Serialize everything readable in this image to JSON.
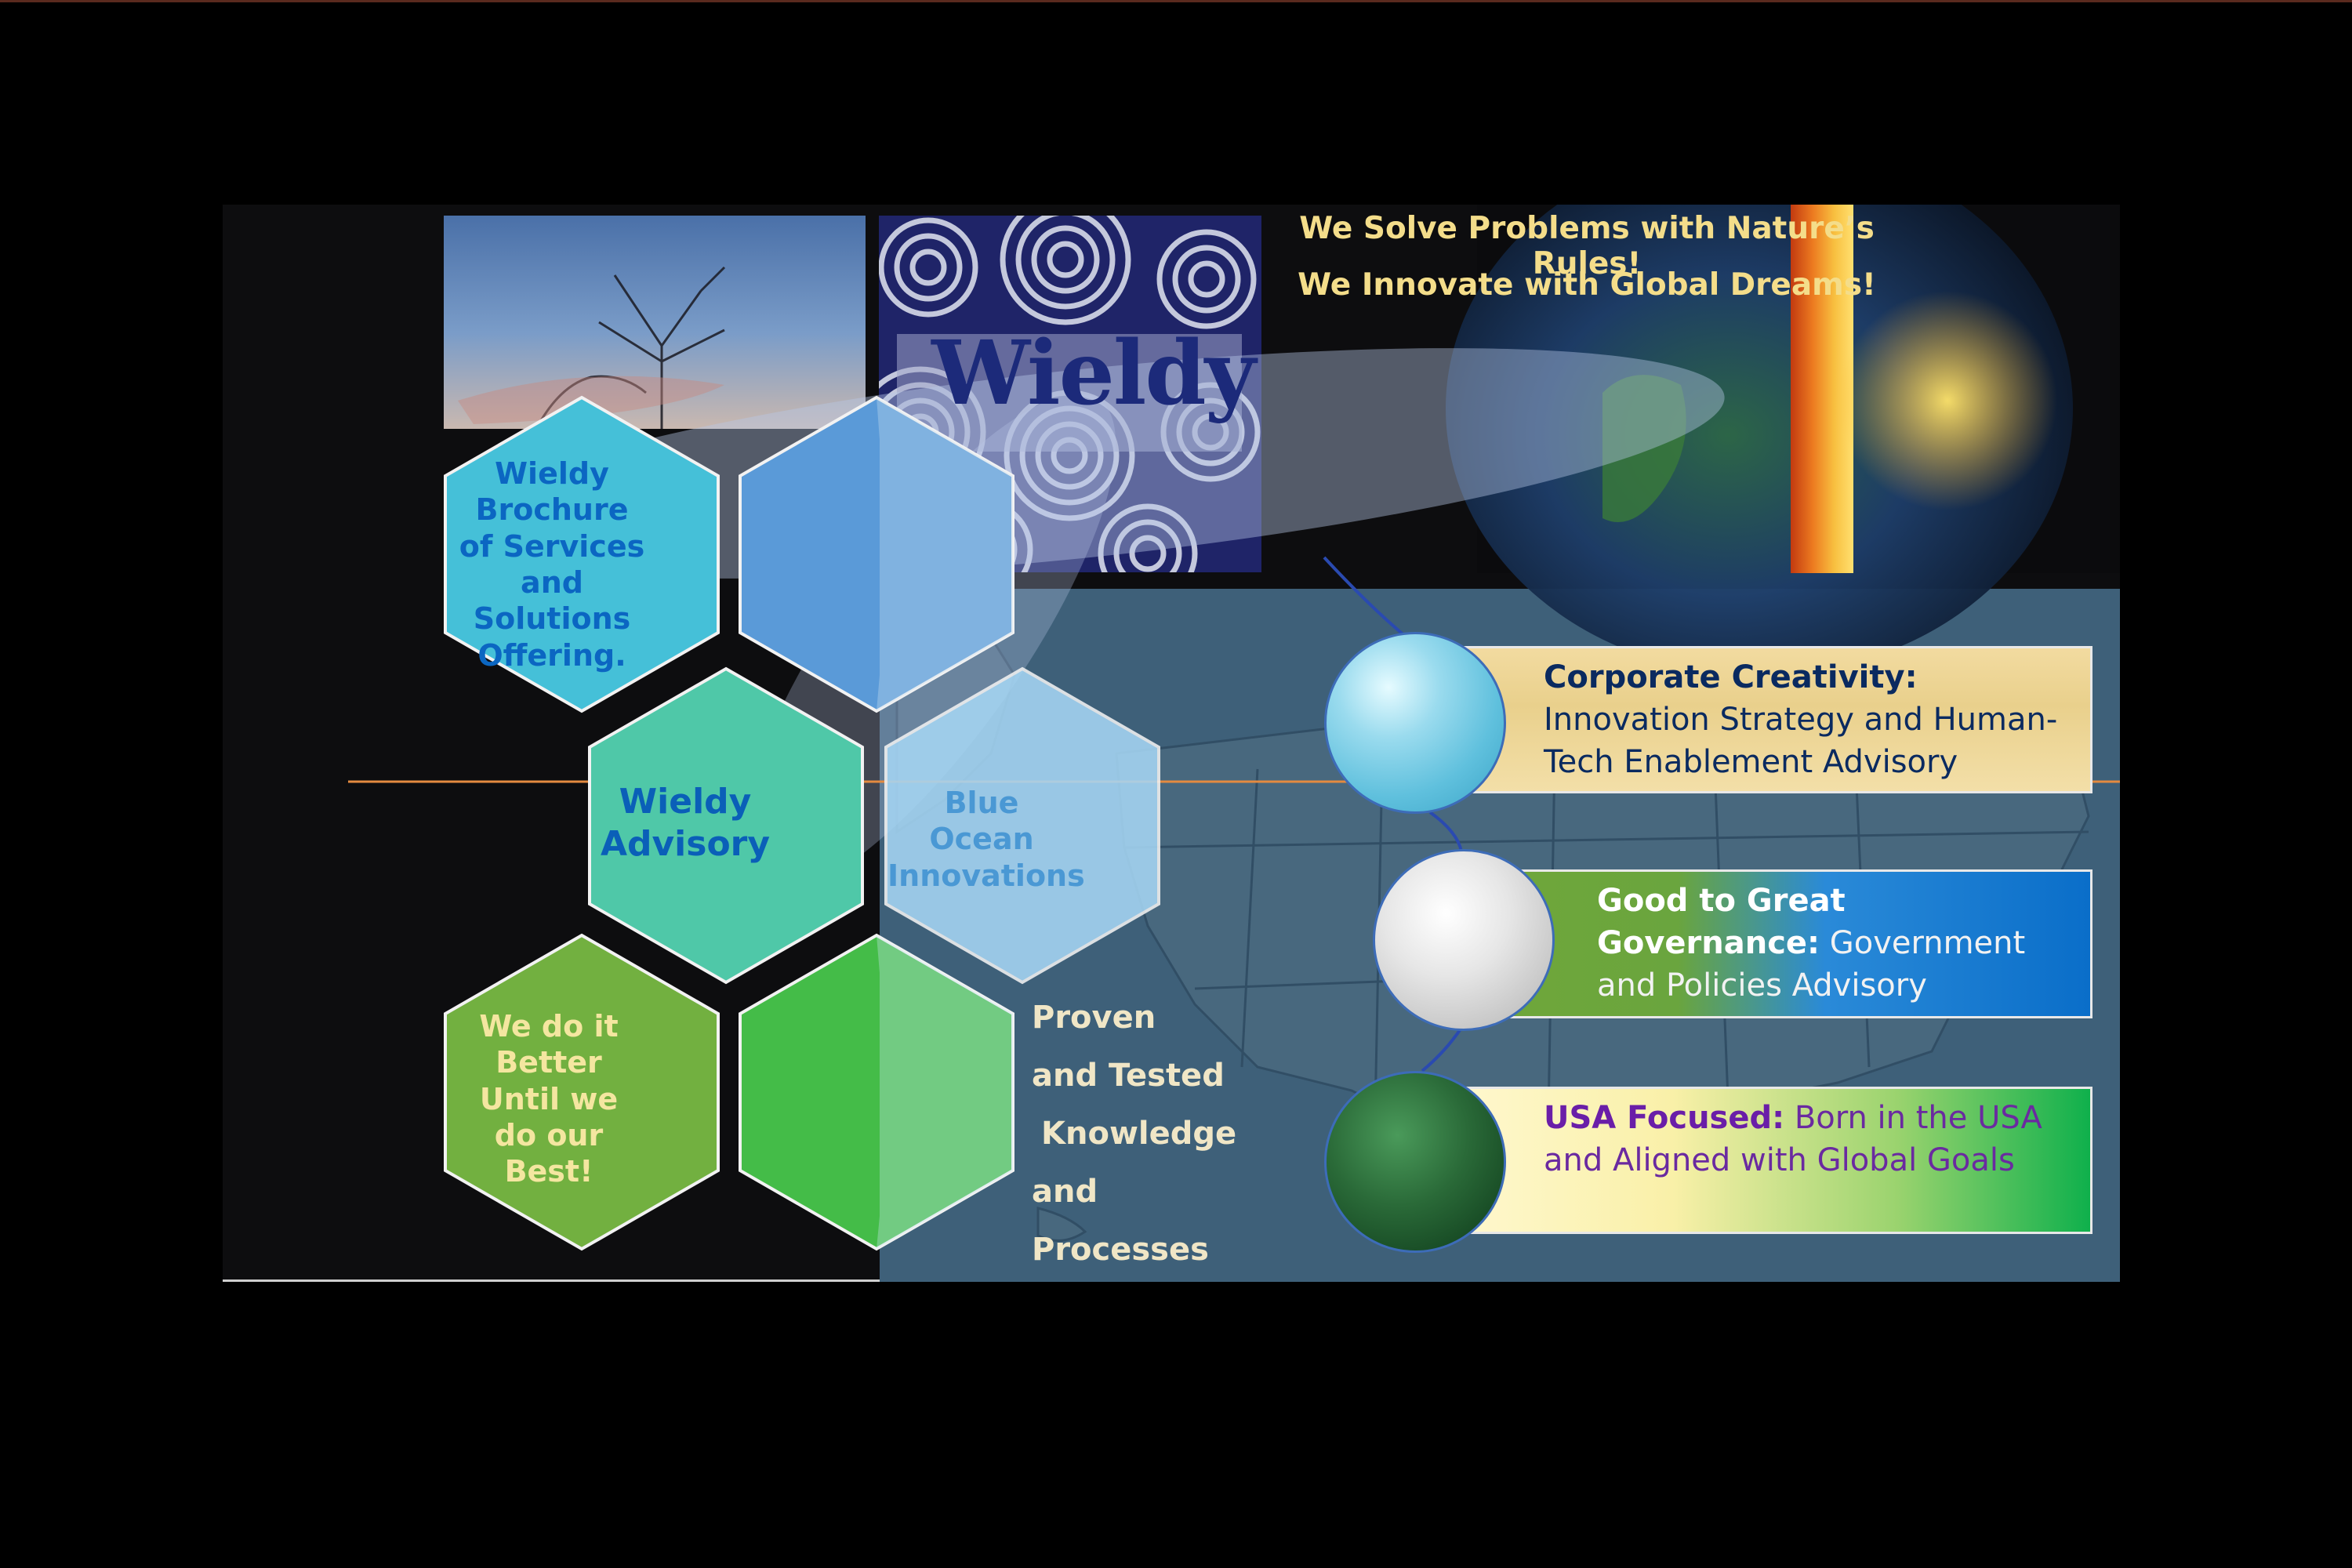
{
  "brand": {
    "logo_text": "Wieldy"
  },
  "taglines": [
    "We Solve Problems with Nature’s Rules!",
    "We Innovate with Global Dreams!"
  ],
  "hexagons": {
    "brochure": "Wieldy Brochure of Services and Solutions Offering.",
    "advisory": "Wieldy Advisory",
    "blue_ocean": "Blue Ocean Innovations",
    "better": "We do it Better Until we do our Best!"
  },
  "proven": [
    "Proven",
    "and Tested",
    "Knowledge",
    "and Processes"
  ],
  "cards": [
    {
      "heading": "Corporate Creativity:",
      "body": " Innovation Strategy and Human-Tech Enablement Advisory"
    },
    {
      "heading": "Good to Great Governance:",
      "body": " Government and Policies Advisory"
    },
    {
      "heading": "USA Focused:",
      "body": " Born in the USA and Aligned with Global Goals"
    }
  ],
  "colors": {
    "background": "#000000",
    "tagline": "#f4dd8a",
    "map": "#3e6079",
    "hex_cyan": "#45c0d8",
    "hex_blue": "#5a9ad8",
    "hex_teal": "#4fc8a8",
    "hex_light_blue": "#a6d6f4",
    "hex_olive": "#72b040",
    "hex_green": "#44bc48"
  }
}
